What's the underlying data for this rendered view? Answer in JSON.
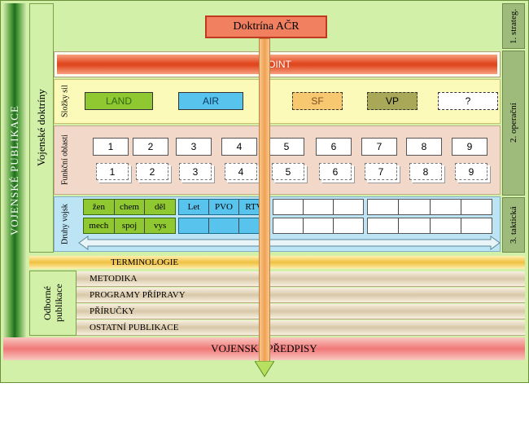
{
  "title": "Doktrína AČR",
  "left_strip": "VOJENSKÉ PUBLIKACE",
  "doctrines_label": "Vojenské doktríny",
  "levels": [
    {
      "label": "1. strateg."
    },
    {
      "label": "2. operační"
    },
    {
      "label": "3. taktická"
    }
  ],
  "joint": "JOINT",
  "forces_row_label": "Složky sil",
  "forces": [
    {
      "label": "LAND",
      "fill": "#8fc830",
      "text": "#2e6a10",
      "border": "solid"
    },
    {
      "label": "AIR",
      "fill": "#58c4ee",
      "text": "#0a3a60",
      "border": "solid"
    },
    {
      "label": "SF",
      "fill": "#f8c870",
      "text": "#7a5020",
      "border": "dashed"
    },
    {
      "label": "VP",
      "fill": "#a8a858",
      "text": "#000000",
      "border": "dashed"
    },
    {
      "label": "?",
      "fill": "#ffffff",
      "text": "#000000",
      "border": "dashed"
    }
  ],
  "functional_row_label": "Funkční oblasti",
  "functional_areas": [
    "1",
    "2",
    "3",
    "4",
    "5",
    "6",
    "7",
    "8",
    "9"
  ],
  "branches_row_label": "Druhy vojsk",
  "branches_green_top": [
    "žen",
    "chem",
    "děl"
  ],
  "branches_green_bottom": [
    "mech",
    "spoj",
    "vys"
  ],
  "branches_blue_top": [
    "Let",
    "PVO",
    "RTV"
  ],
  "branches_blue_bottom": [
    "",
    "",
    ""
  ],
  "terminology": "TERMINOLOGIE",
  "professional_label": "Odborné publikace",
  "publications": [
    "METODIKA",
    "PROGRAMY PŘÍPRAVY",
    "PŘÍRUČKY",
    "OSTATNÍ PUBLIKACE"
  ],
  "regulations": "VOJENSKÉ PŘEDPISY"
}
